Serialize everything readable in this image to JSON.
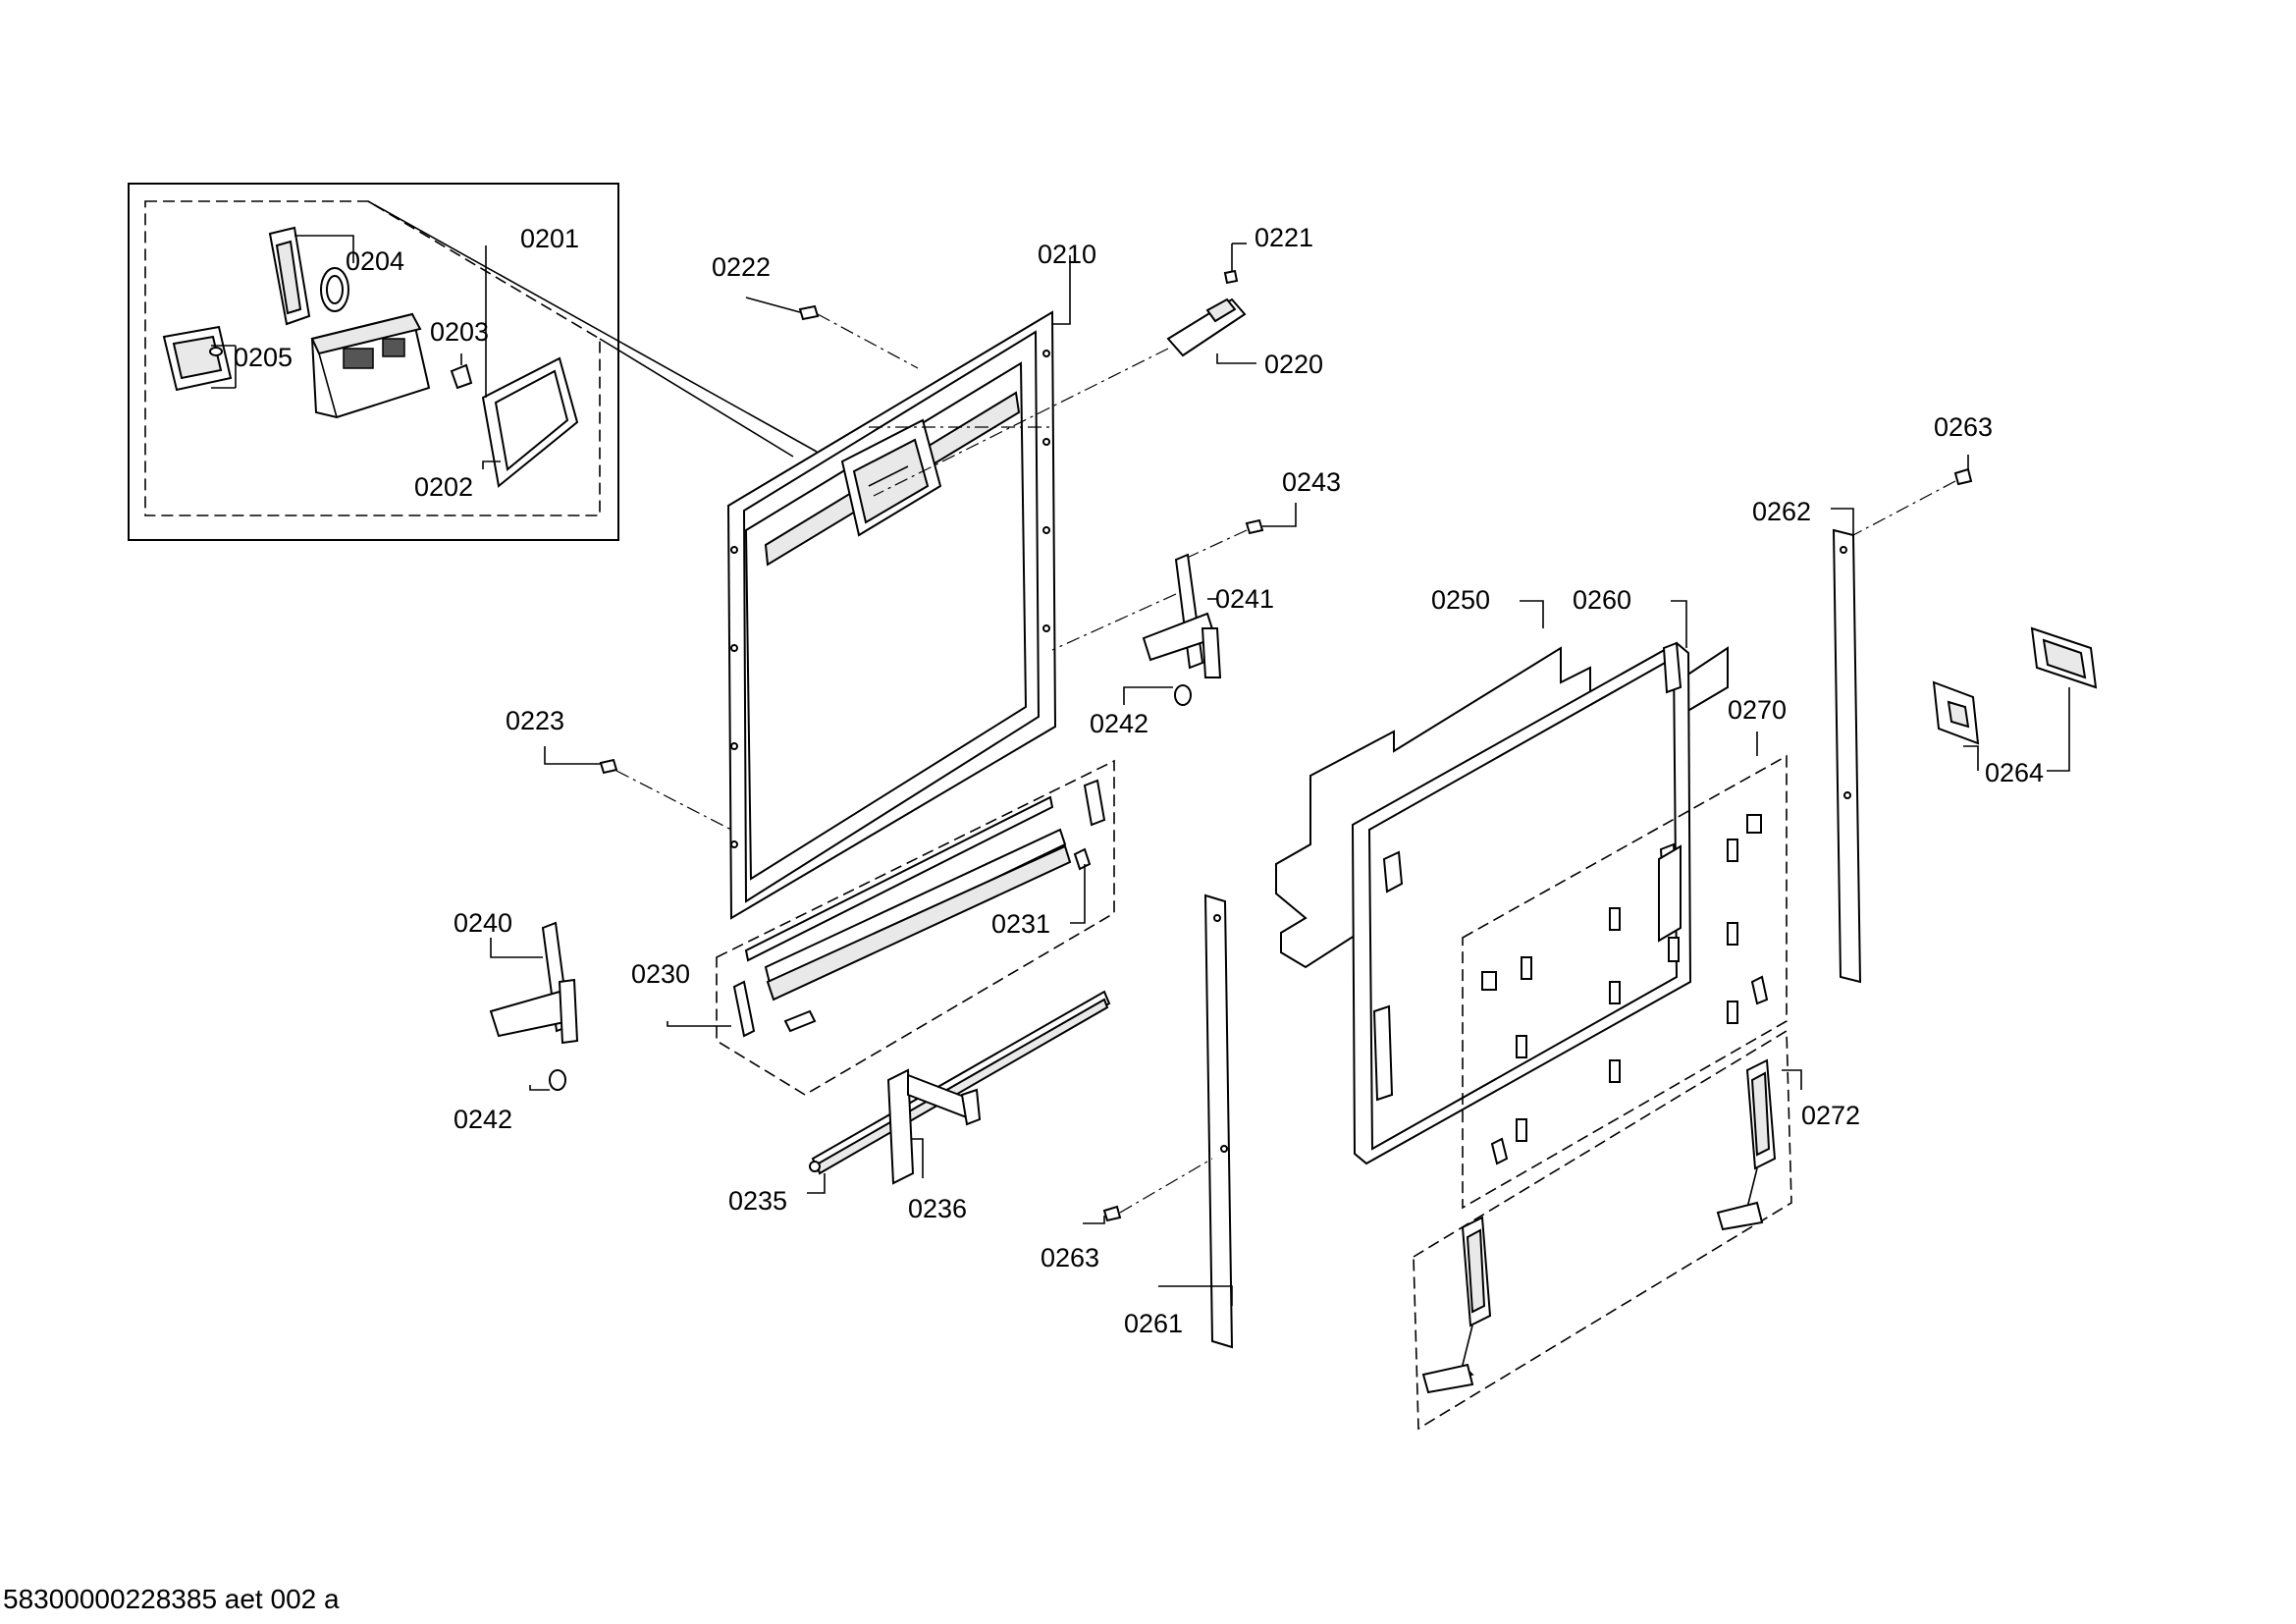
{
  "labels": {
    "p0201": "0201",
    "p0202": "0202",
    "p0203": "0203",
    "p0204": "0204",
    "p0205": "0205",
    "p0210": "0210",
    "p0220": "0220",
    "p0221": "0221",
    "p0222": "0222",
    "p0223": "0223",
    "p0230": "0230",
    "p0231": "0231",
    "p0235": "0235",
    "p0236": "0236",
    "p0240": "0240",
    "p0241": "0241",
    "p0242a": "0242",
    "p0242b": "0242",
    "p0243": "0243",
    "p0250": "0250",
    "p0260": "0260",
    "p0261": "0261",
    "p0262": "0262",
    "p0263a": "0263",
    "p0263b": "0263",
    "p0264": "0264",
    "p0270": "0270",
    "p0272": "0272"
  },
  "footer": {
    "drawing_id": "58300000228385 aet 002 a"
  }
}
